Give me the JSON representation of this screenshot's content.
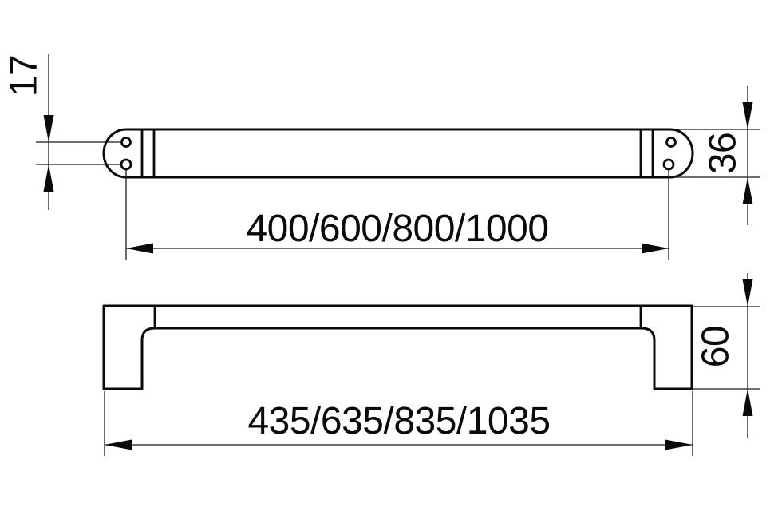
{
  "drawing": {
    "kind": "technical-dimension-drawing",
    "subject": "towel-bar",
    "colors": {
      "background": "#ffffff",
      "line": "#0a0a0a"
    },
    "top_view": {
      "dim_hole_spacing": "17",
      "dim_bar_width": "36",
      "dim_mounting_centers": "400/600/800/1000"
    },
    "front_view": {
      "dim_overall_height": "60",
      "dim_overall_length": "435/635/835/1035"
    }
  }
}
